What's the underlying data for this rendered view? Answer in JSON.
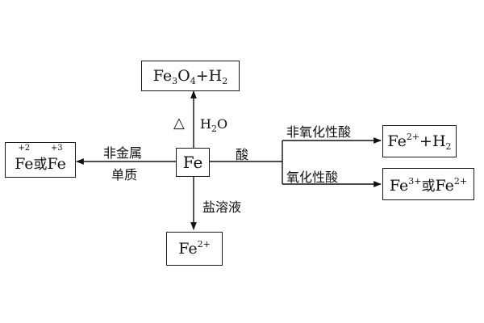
{
  "center": {
    "element": "Fe"
  },
  "top": {
    "product": {
      "a": "Fe",
      "a_sub": "3",
      "b": "O",
      "b_sub": "4",
      "plus": "+",
      "c": "H",
      "c_sub": "2"
    },
    "reagent": {
      "symbol": "H",
      "sub": "2",
      "tail": "O"
    },
    "condition": "△"
  },
  "left": {
    "reagent_line1": "非金属",
    "reagent_line2": "单质",
    "product": {
      "a": "Fe",
      "a_ox": "+2",
      "mid": "或",
      "b": "Fe",
      "b_ox": "+3"
    }
  },
  "bottom": {
    "reagent": "盐溶液",
    "product": {
      "symbol": "Fe",
      "charge": "2+"
    }
  },
  "right": {
    "reagent": "酸",
    "branch1": {
      "label": "非氧化性酸",
      "product": {
        "a": "Fe",
        "a_sup": "2+",
        "plus": "+",
        "b": "H",
        "b_sub": "2"
      }
    },
    "branch2": {
      "label": "氧化性酸",
      "product": {
        "a": "Fe",
        "a_sup": "3+",
        "mid": "或",
        "b": "Fe",
        "b_sup": "2+"
      }
    }
  }
}
